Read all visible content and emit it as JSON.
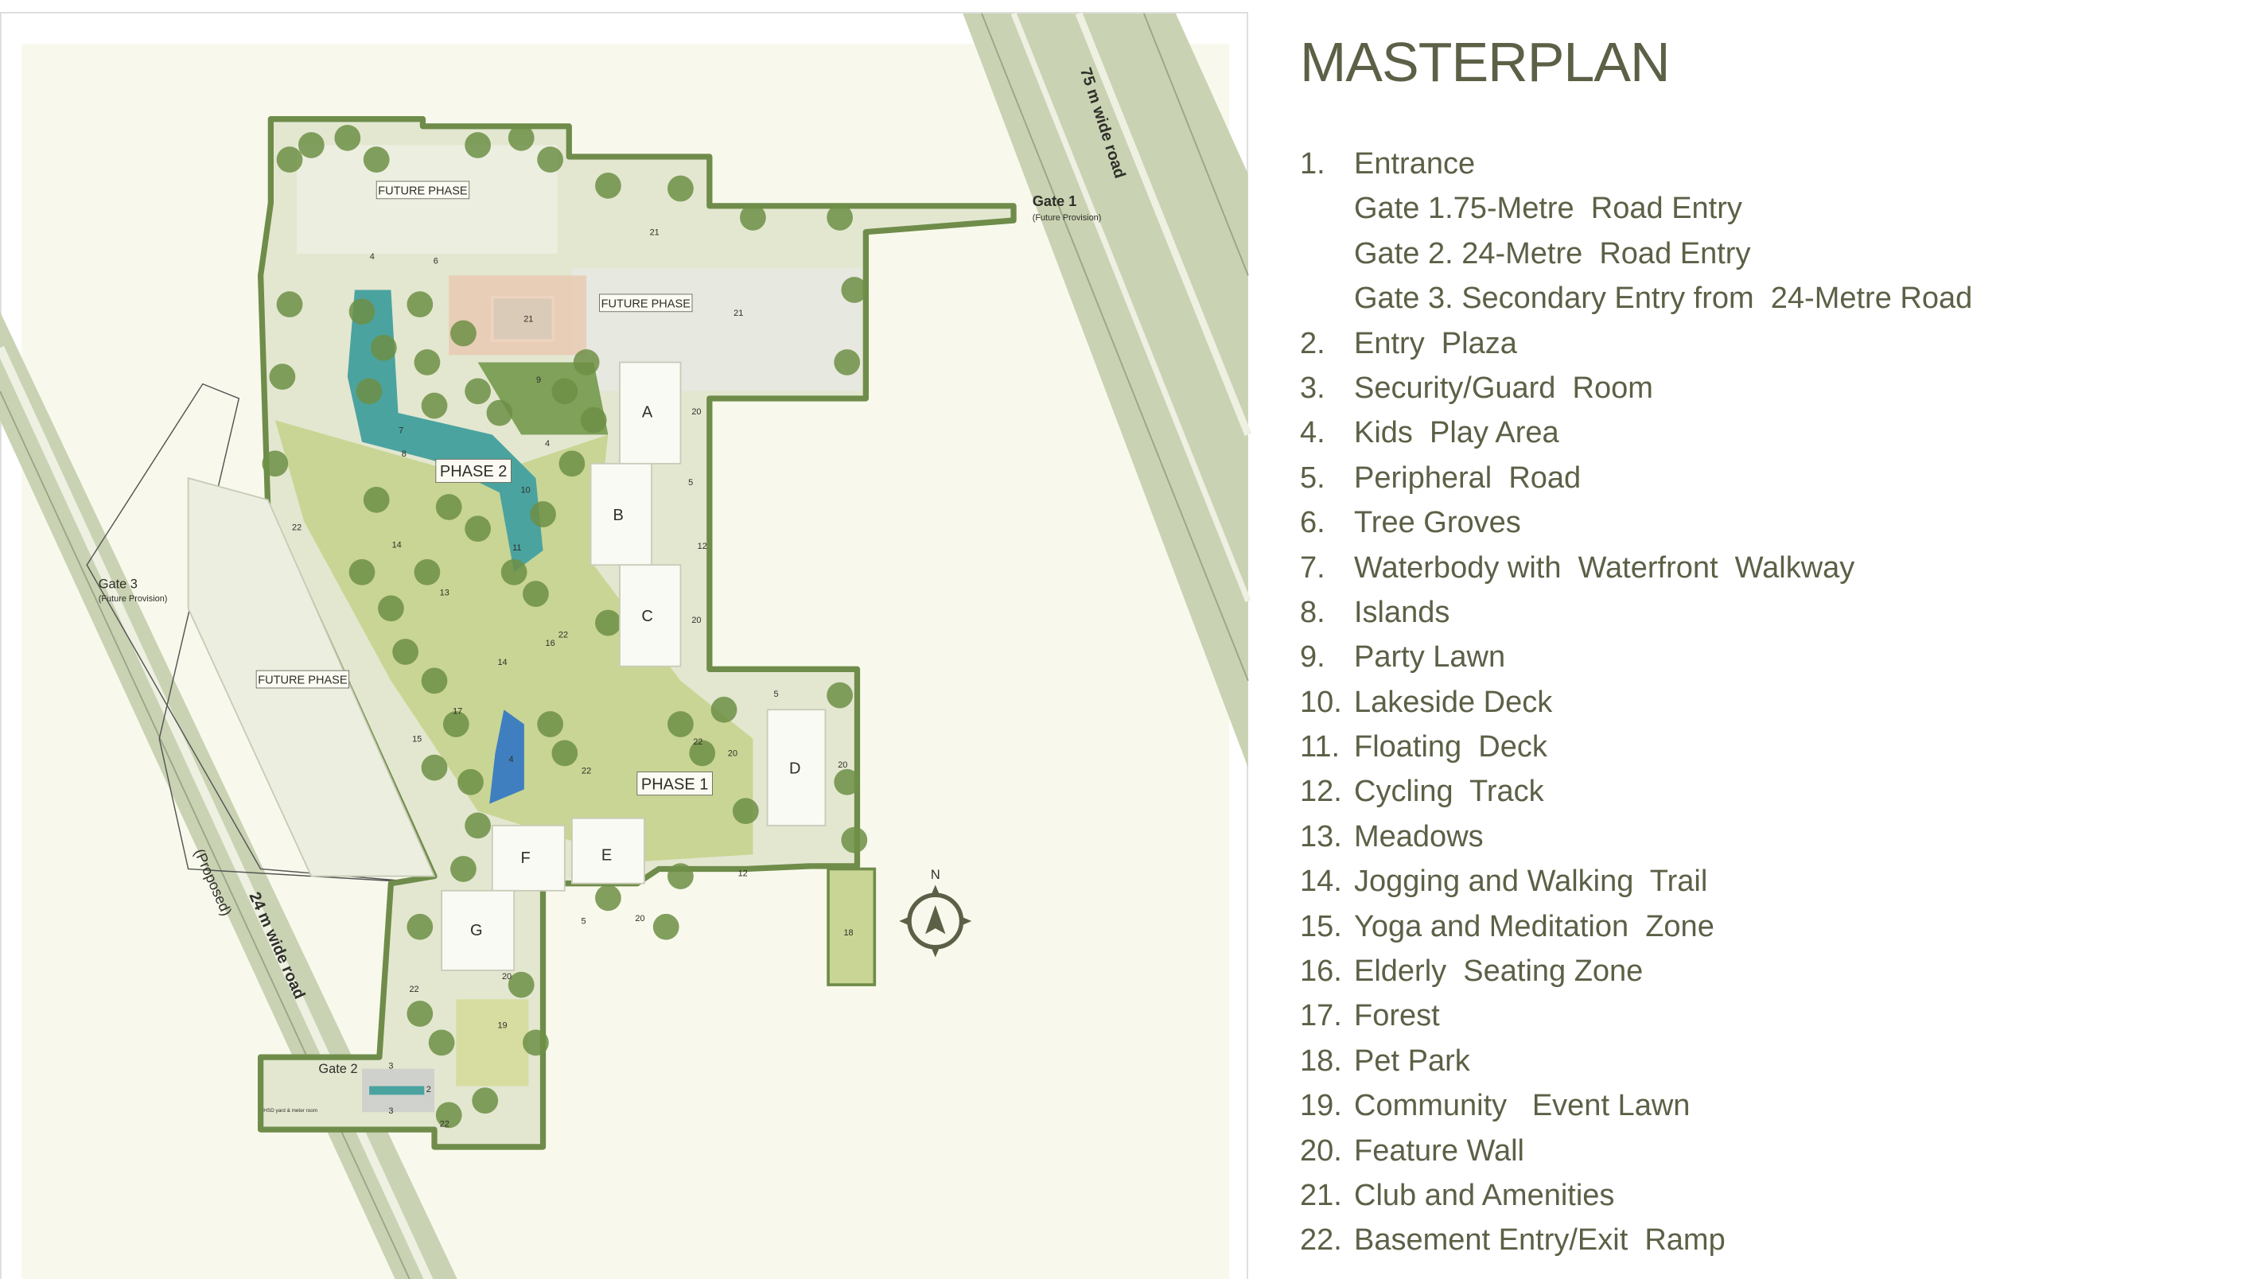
{
  "title": "MASTERPLAN",
  "legend": [
    {
      "num": "1.",
      "label": "Entrance"
    },
    {
      "num": "",
      "label": "Gate 1.75-Metre  Road Entry"
    },
    {
      "num": "",
      "label": "Gate 2. 24-Metre  Road Entry"
    },
    {
      "num": "",
      "label": "Gate 3. Secondary Entry from  24-Metre Road"
    },
    {
      "num": "2.",
      "label": "Entry  Plaza"
    },
    {
      "num": "3.",
      "label": "Security/Guard  Room"
    },
    {
      "num": "4.",
      "label": "Kids  Play Area"
    },
    {
      "num": "5.",
      "label": "Peripheral  Road"
    },
    {
      "num": "6.",
      "label": "Tree Groves"
    },
    {
      "num": "7.",
      "label": "Waterbody with  Waterfront  Walkway"
    },
    {
      "num": "8.",
      "label": "Islands"
    },
    {
      "num": "9.",
      "label": "Party Lawn"
    },
    {
      "num": "10.",
      "label": "Lakeside Deck"
    },
    {
      "num": "11.",
      "label": "Floating  Deck"
    },
    {
      "num": "12.",
      "label": "Cycling  Track"
    },
    {
      "num": "13.",
      "label": "Meadows"
    },
    {
      "num": "14.",
      "label": "Jogging and Walking  Trail"
    },
    {
      "num": "15.",
      "label": "Yoga and Meditation  Zone"
    },
    {
      "num": "16.",
      "label": "Elderly  Seating Zone"
    },
    {
      "num": "17.",
      "label": "Forest"
    },
    {
      "num": "18.",
      "label": "Pet Park"
    },
    {
      "num": "19.",
      "label": "Community   Event Lawn"
    },
    {
      "num": "20.",
      "label": "Feature Wall"
    },
    {
      "num": "21.",
      "label": "Club and Amenities"
    },
    {
      "num": "22.",
      "label": "Basement Entry/Exit  Ramp"
    }
  ],
  "map": {
    "road_75": "75 m wide road",
    "road_24": "24 m wide road",
    "road_24_note": "(Proposed)",
    "gate1": "Gate 1",
    "gate1_note": "(Future Provision)",
    "gate2": "Gate 2",
    "gate3": "Gate 3",
    "gate3_note": "(Future Provision)",
    "future_phase": "FUTURE PHASE",
    "phase1": "PHASE 1",
    "phase2": "PHASE 2",
    "hsd": "HSD yard & meter room",
    "compass_n": "N",
    "towers": [
      "A",
      "B",
      "C",
      "D",
      "E",
      "F",
      "G"
    ],
    "numbers": [
      "4",
      "6",
      "21",
      "21",
      "21",
      "9",
      "20",
      "7",
      "4",
      "8",
      "10",
      "5",
      "22",
      "14",
      "11",
      "12",
      "13",
      "22",
      "16",
      "20",
      "14",
      "17",
      "15",
      "4",
      "22",
      "22",
      "20",
      "20",
      "5",
      "12",
      "5",
      "20",
      "18",
      "20",
      "22",
      "19",
      "3",
      "2",
      "3",
      "22"
    ]
  },
  "colors": {
    "text": "#5c6046",
    "background": "#f8f9ec",
    "lawn": "#c9d594",
    "water": "#4ba3a0",
    "trees": "#6d8f45",
    "road": "#c9d2b2"
  }
}
